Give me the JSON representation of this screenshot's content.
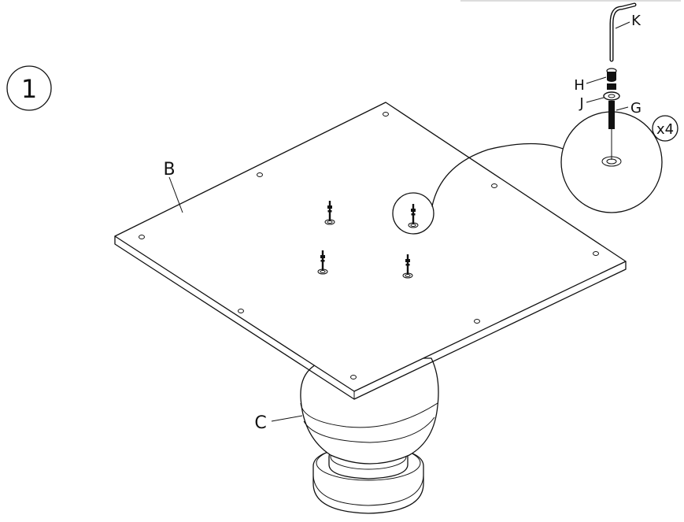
{
  "step": {
    "number": "1"
  },
  "parts": {
    "tabletop": "B",
    "pedestal": "C",
    "allen_key": "K",
    "lock_washer": "H",
    "flat_washer": "J",
    "bolt": "G"
  },
  "detail": {
    "quantity": "x4"
  }
}
